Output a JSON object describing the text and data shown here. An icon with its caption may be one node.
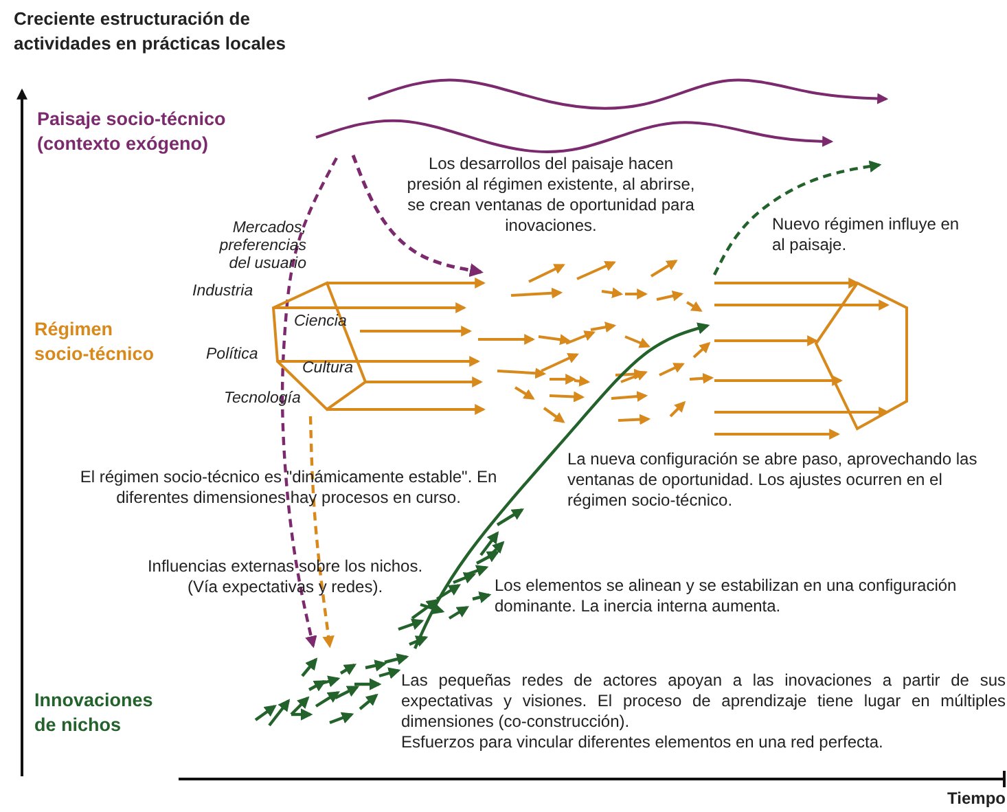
{
  "diagram": {
    "title": "Creciente estructuración de actividades en prácticas locales",
    "nodes": [
      {
        "text": [
          "Mercados, preferencias del usuario",
          "Industria",
          "Ciencia",
          "Política",
          "Cultura",
          "Tecnología"
        ]
      },
      {
        "text": [],
        "shape": "pentagon"
      },
      {
        "text": [],
        "shape": "picture"
      }
    ],
    "edges": [
      {
        "from": null,
        "to": 2,
        "arrow": "to",
        "style": "dashed",
        "color": "#7b2a6e"
      },
      {
        "from": 0,
        "to": 2,
        "arrow": "to",
        "style": "dashed",
        "color": "#d8891c"
      },
      {
        "from": 2,
        "to": 1,
        "arrow": "to",
        "color": "#24622c"
      },
      {
        "from": 1,
        "to": null,
        "arrow": "to",
        "style": "dashed",
        "color": "#24622c"
      }
    ],
    "labels": [
      "Paisaje socio-técnico (contexto exógeno)",
      "Régimen socio-técnico",
      "Innovaciones de nichos",
      "Los desarrollos del paisaje hacen presión al régimen existente, al abrirse, se crean ventanas de oportunidad para inovaciones.",
      "Nuevo régimen influye en al paisaje.",
      "El régimen socio-técnico es \"dinámicamente estable\". En diferentes dimensiones hay procesos en curso.",
      "La nueva configuración se abre paso, aprovechando las ventanas de oportunidad. Los ajustes ocurren en el régimen socio-técnico.",
      "Influencias externas sobre los nichos. (Vía expectativas y redes).",
      "Los elementos se alinean y se estabilizan en una configuración dominante. La inercia interna aumenta.",
      "Las pequeñas redes de actores apoyan a las inovaciones a partir de sus expectativas y visiones. El proceso de aprendizaje tiene lugar en múltiples dimensiones (co-construcción).",
      "Esfuerzos para vincular diferentes elementos en una red perfecta.",
      "Tiempo"
    ]
  }
}
